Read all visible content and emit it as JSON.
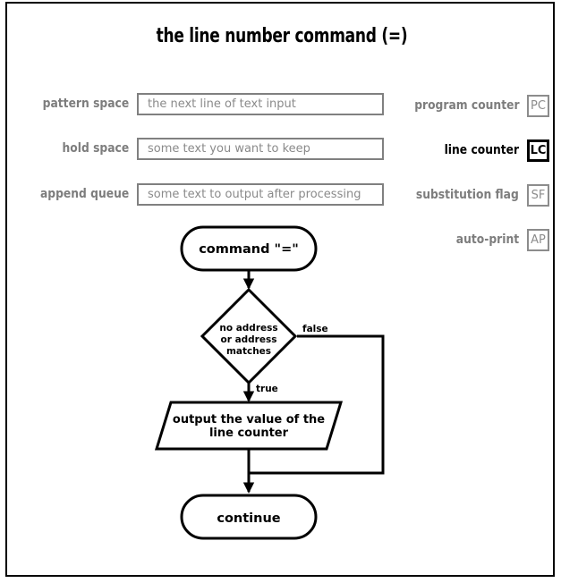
{
  "window": {
    "title": "the line number command (=)"
  },
  "buffers": [
    {
      "label": "pattern space",
      "value": "the next line of text input",
      "name": "pattern-space"
    },
    {
      "label": "hold space",
      "value": "some text you want to keep",
      "name": "hold-space"
    },
    {
      "label": "append queue",
      "value": "some text to output after processing",
      "name": "append-queue"
    }
  ],
  "registers": [
    {
      "label": "program counter",
      "badge": "PC",
      "active": false,
      "name": "program-counter"
    },
    {
      "label": "line counter",
      "badge": "LC",
      "active": true,
      "name": "line-counter"
    },
    {
      "label": "substitution flag",
      "badge": "SF",
      "active": false,
      "name": "substitution-flag"
    },
    {
      "label": "auto-print",
      "badge": "AP",
      "active": false,
      "name": "auto-print"
    }
  ],
  "flowchart": {
    "start_node": "command \"=\"",
    "decision_line_1": "no address",
    "decision_line_2": "or address",
    "decision_line_3": "matches",
    "branch_true": "true",
    "branch_false": "false",
    "output_node_line_1": "output the value of the",
    "output_node_line_2": "line counter",
    "end_node": "continue"
  },
  "colors": {
    "ink": "#000000",
    "muted": "#7d7d7d",
    "field_border": "#808080",
    "field_text": "#8a8a8a",
    "background": "#ffffff"
  }
}
